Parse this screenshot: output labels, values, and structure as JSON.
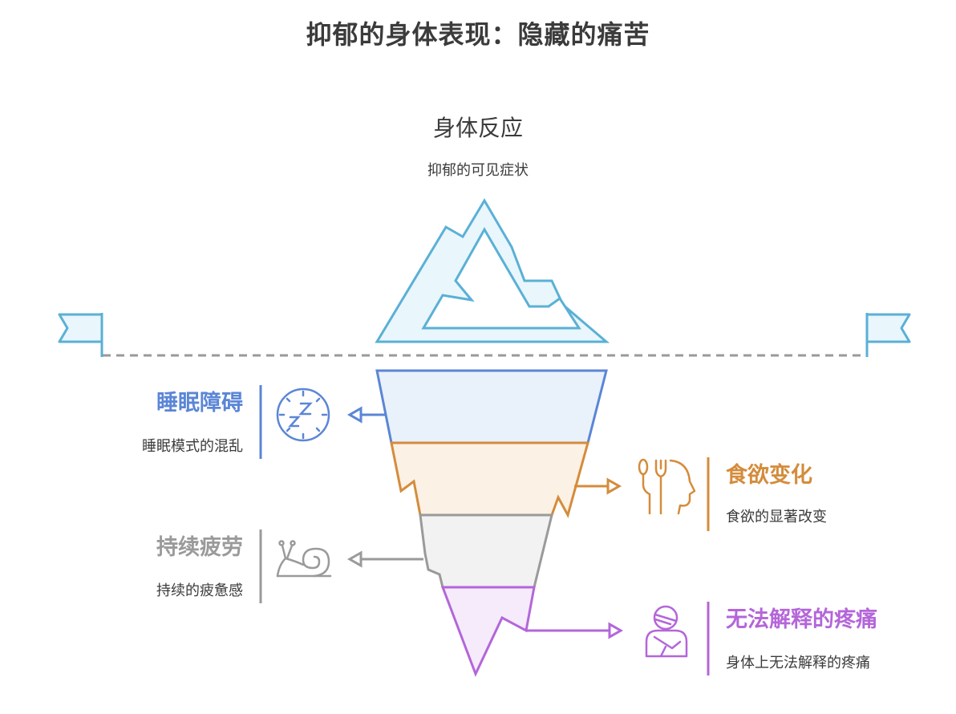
{
  "title": "抑郁的身体表现：隐藏的痛苦",
  "tip": {
    "title": "身体反应",
    "subtitle": "抑郁的可见症状"
  },
  "layers": [
    {
      "title": "睡眠障碍",
      "subtitle": "睡眠模式的混乱",
      "color": "#5b86d6",
      "icon": "sleep-clock-icon"
    },
    {
      "title": "食欲变化",
      "subtitle": "食欲的显著改变",
      "color": "#d48c3c",
      "icon": "spoon-fork-head-icon"
    },
    {
      "title": "持续疲劳",
      "subtitle": "持续的疲惫感",
      "color": "#9a9a9a",
      "icon": "snail-icon"
    },
    {
      "title": "无法解释的疼痛",
      "subtitle": "身体上无法解释的疼痛",
      "color": "#b466d9",
      "icon": "injured-person-icon"
    }
  ],
  "colors": {
    "tip": "#5ab0d6",
    "waterline": "#9a9a9a"
  }
}
